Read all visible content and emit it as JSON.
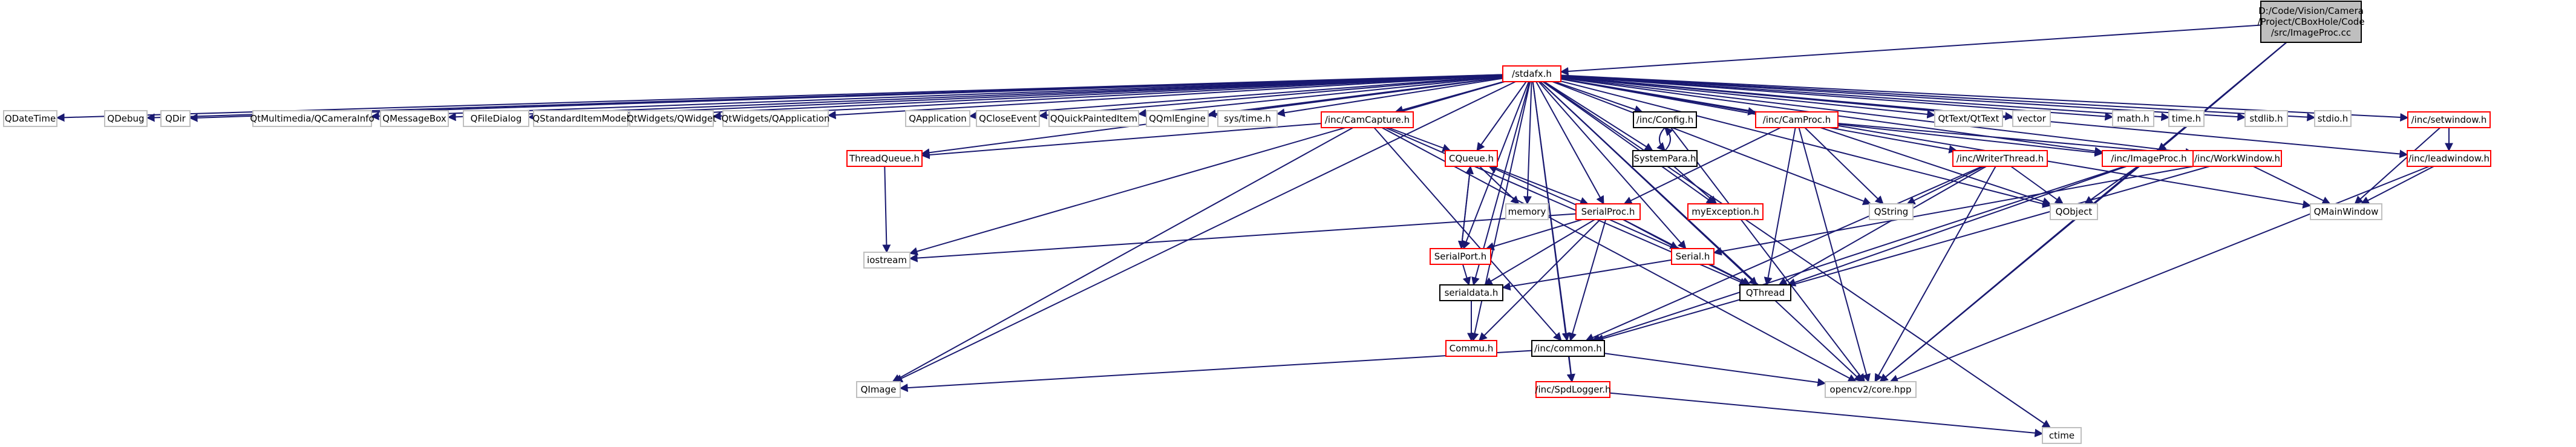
{
  "graph": {
    "colors": {
      "root_fill": "#bfbfbf",
      "root_border": "#000000",
      "project_border": "#ff0000",
      "link_border": "#000000",
      "system_border": "#bfbfbf",
      "edge": "#191970"
    },
    "root": {
      "id": "root",
      "lines": [
        "D:/Code/Vision/Camera",
        "/Project/CBoxHole/Code",
        "/src/ImageProc.cc"
      ]
    },
    "nodes": [
      {
        "id": "stdafx",
        "label": "/stdafx.h",
        "kind": "project"
      },
      {
        "id": "qdatetime",
        "label": "QDateTime",
        "kind": "system"
      },
      {
        "id": "qdebug",
        "label": "QDebug",
        "kind": "system"
      },
      {
        "id": "qdir",
        "label": "QDir",
        "kind": "system"
      },
      {
        "id": "qtmm",
        "label": "QtMultimedia/QCameraInfo",
        "kind": "system"
      },
      {
        "id": "qmsgbox",
        "label": "QMessageBox",
        "kind": "system"
      },
      {
        "id": "qfiledlg",
        "label": "QFileDialog",
        "kind": "system"
      },
      {
        "id": "qstditem",
        "label": "QStandardItemModel",
        "kind": "system"
      },
      {
        "id": "qtwqw",
        "label": "QtWidgets/QWidget",
        "kind": "system"
      },
      {
        "id": "qtwqa",
        "label": "QtWidgets/QApplication",
        "kind": "system"
      },
      {
        "id": "qapp",
        "label": "QApplication",
        "kind": "system"
      },
      {
        "id": "qclose",
        "label": "QCloseEvent",
        "kind": "system"
      },
      {
        "id": "qquick",
        "label": "QQuickPaintedItem",
        "kind": "system"
      },
      {
        "id": "qqml",
        "label": "QQmlEngine",
        "kind": "system"
      },
      {
        "id": "systime",
        "label": "sys/time.h",
        "kind": "system"
      },
      {
        "id": "camcap",
        "label": "/inc/CamCapture.h",
        "kind": "project"
      },
      {
        "id": "config",
        "label": "/inc/Config.h",
        "kind": "link"
      },
      {
        "id": "camproc",
        "label": "/inc/CamProc.h",
        "kind": "project"
      },
      {
        "id": "qttext",
        "label": "QtText/QtText",
        "kind": "system"
      },
      {
        "id": "vector",
        "label": "vector",
        "kind": "system"
      },
      {
        "id": "math",
        "label": "math.h",
        "kind": "system"
      },
      {
        "id": "time",
        "label": "time.h",
        "kind": "system"
      },
      {
        "id": "stdlib",
        "label": "stdlib.h",
        "kind": "system"
      },
      {
        "id": "stdio",
        "label": "stdio.h",
        "kind": "system"
      },
      {
        "id": "setwin",
        "label": "/inc/setwindow.h",
        "kind": "project"
      },
      {
        "id": "threadq",
        "label": "ThreadQueue.h",
        "kind": "project"
      },
      {
        "id": "cqueue",
        "label": "CQueue.h",
        "kind": "project"
      },
      {
        "id": "syspara",
        "label": "SystemPara.h",
        "kind": "link"
      },
      {
        "id": "writer",
        "label": "/inc/WriterThread.h",
        "kind": "project"
      },
      {
        "id": "imgproc",
        "label": "/inc/ImageProc.h",
        "kind": "project"
      },
      {
        "id": "workwin",
        "label": "/inc/WorkWindow.h",
        "kind": "project"
      },
      {
        "id": "leadwin",
        "label": "/inc/leadwindow.h",
        "kind": "project"
      },
      {
        "id": "memory",
        "label": "memory",
        "kind": "system"
      },
      {
        "id": "serialproc",
        "label": "SerialProc.h",
        "kind": "project"
      },
      {
        "id": "myexc",
        "label": "myException.h",
        "kind": "project"
      },
      {
        "id": "qstring",
        "label": "QString",
        "kind": "system"
      },
      {
        "id": "qobject",
        "label": "QObject",
        "kind": "system"
      },
      {
        "id": "qmainwin",
        "label": "QMainWindow",
        "kind": "system"
      },
      {
        "id": "iostream",
        "label": "iostream",
        "kind": "system"
      },
      {
        "id": "serialport",
        "label": "SerialPort.h",
        "kind": "project"
      },
      {
        "id": "serial",
        "label": "Serial.h",
        "kind": "project"
      },
      {
        "id": "serialdata",
        "label": "serialdata.h",
        "kind": "link"
      },
      {
        "id": "qthread",
        "label": "QThread",
        "kind": "link"
      },
      {
        "id": "commu",
        "label": "Commu.h",
        "kind": "project"
      },
      {
        "id": "common",
        "label": "/inc/common.h",
        "kind": "link"
      },
      {
        "id": "qimage",
        "label": "QImage",
        "kind": "system"
      },
      {
        "id": "opencv",
        "label": "opencv2/core.hpp",
        "kind": "system"
      },
      {
        "id": "spdlog",
        "label": "/inc/SpdLogger.h",
        "kind": "project"
      },
      {
        "id": "ctime",
        "label": "ctime",
        "kind": "system"
      }
    ],
    "edges": [
      [
        "root",
        "stdafx"
      ],
      [
        "root",
        "imgproc"
      ],
      [
        "root",
        "opencv"
      ],
      [
        "stdafx",
        "qdatetime"
      ],
      [
        "stdafx",
        "qdebug"
      ],
      [
        "stdafx",
        "qdir"
      ],
      [
        "stdafx",
        "qtmm"
      ],
      [
        "stdafx",
        "qmsgbox"
      ],
      [
        "stdafx",
        "qfiledlg"
      ],
      [
        "stdafx",
        "qstditem"
      ],
      [
        "stdafx",
        "qtwqw"
      ],
      [
        "stdafx",
        "qtwqa"
      ],
      [
        "stdafx",
        "qapp"
      ],
      [
        "stdafx",
        "qclose"
      ],
      [
        "stdafx",
        "qquick"
      ],
      [
        "stdafx",
        "qqml"
      ],
      [
        "stdafx",
        "systime"
      ],
      [
        "stdafx",
        "camcap"
      ],
      [
        "stdafx",
        "config"
      ],
      [
        "stdafx",
        "camproc"
      ],
      [
        "stdafx",
        "qttext"
      ],
      [
        "stdafx",
        "vector"
      ],
      [
        "stdafx",
        "math"
      ],
      [
        "stdafx",
        "time"
      ],
      [
        "stdafx",
        "stdlib"
      ],
      [
        "stdafx",
        "stdio"
      ],
      [
        "stdafx",
        "setwin"
      ],
      [
        "stdafx",
        "threadq"
      ],
      [
        "stdafx",
        "cqueue"
      ],
      [
        "stdafx",
        "syspara"
      ],
      [
        "stdafx",
        "writer"
      ],
      [
        "stdafx",
        "imgproc"
      ],
      [
        "stdafx",
        "workwin"
      ],
      [
        "stdafx",
        "leadwin"
      ],
      [
        "stdafx",
        "memory"
      ],
      [
        "stdafx",
        "serialproc"
      ],
      [
        "stdafx",
        "myexc"
      ],
      [
        "stdafx",
        "qstring"
      ],
      [
        "stdafx",
        "qobject"
      ],
      [
        "stdafx",
        "qmainwin"
      ],
      [
        "stdafx",
        "iostream"
      ],
      [
        "stdafx",
        "serialport"
      ],
      [
        "stdafx",
        "serial"
      ],
      [
        "stdafx",
        "serialdata"
      ],
      [
        "stdafx",
        "qthread"
      ],
      [
        "stdafx",
        "commu"
      ],
      [
        "stdafx",
        "common"
      ],
      [
        "stdafx",
        "qimage"
      ],
      [
        "stdafx",
        "opencv"
      ],
      [
        "stdafx",
        "spdlog"
      ],
      [
        "stdafx",
        "ctime"
      ],
      [
        "camcap",
        "threadq"
      ],
      [
        "camcap",
        "cqueue"
      ],
      [
        "camcap",
        "qthread"
      ],
      [
        "camcap",
        "common"
      ],
      [
        "camcap",
        "qimage"
      ],
      [
        "camcap",
        "opencv"
      ],
      [
        "config",
        "syspara"
      ],
      [
        "syspara",
        "config"
      ],
      [
        "syspara",
        "myexc"
      ],
      [
        "config",
        "opencv"
      ],
      [
        "camproc",
        "serialproc"
      ],
      [
        "camproc",
        "imgproc"
      ],
      [
        "camproc",
        "qstring"
      ],
      [
        "camproc",
        "qobject"
      ],
      [
        "camproc",
        "qthread"
      ],
      [
        "camproc",
        "opencv"
      ],
      [
        "camproc",
        "workwin"
      ],
      [
        "threadq",
        "iostream"
      ],
      [
        "cqueue",
        "memory"
      ],
      [
        "cqueue",
        "serialproc"
      ],
      [
        "cqueue",
        "serialport"
      ],
      [
        "serialproc",
        "iostream"
      ],
      [
        "serialproc",
        "serialport"
      ],
      [
        "serialproc",
        "serial"
      ],
      [
        "serialproc",
        "serialdata"
      ],
      [
        "serialproc",
        "qthread"
      ],
      [
        "serialproc",
        "commu"
      ],
      [
        "serialproc",
        "common"
      ],
      [
        "serialport",
        "cqueue"
      ],
      [
        "serialport",
        "serialdata"
      ],
      [
        "serial",
        "cqueue"
      ],
      [
        "serial",
        "serialdata"
      ],
      [
        "serial",
        "qthread"
      ],
      [
        "serialdata",
        "commu"
      ],
      [
        "writer",
        "qstring"
      ],
      [
        "writer",
        "qobject"
      ],
      [
        "writer",
        "qthread"
      ],
      [
        "writer",
        "common"
      ],
      [
        "writer",
        "opencv"
      ],
      [
        "imgproc",
        "qobject"
      ],
      [
        "imgproc",
        "qthread"
      ],
      [
        "imgproc",
        "common"
      ],
      [
        "imgproc",
        "opencv"
      ],
      [
        "workwin",
        "qmainwin"
      ],
      [
        "workwin",
        "serial"
      ],
      [
        "workwin",
        "common"
      ],
      [
        "setwin",
        "leadwin"
      ],
      [
        "setwin",
        "qmainwin"
      ],
      [
        "leadwin",
        "qmainwin"
      ],
      [
        "leadwin",
        "opencv"
      ],
      [
        "common",
        "qimage"
      ],
      [
        "common",
        "opencv"
      ],
      [
        "common",
        "spdlog"
      ],
      [
        "spdlog",
        "ctime"
      ]
    ]
  }
}
